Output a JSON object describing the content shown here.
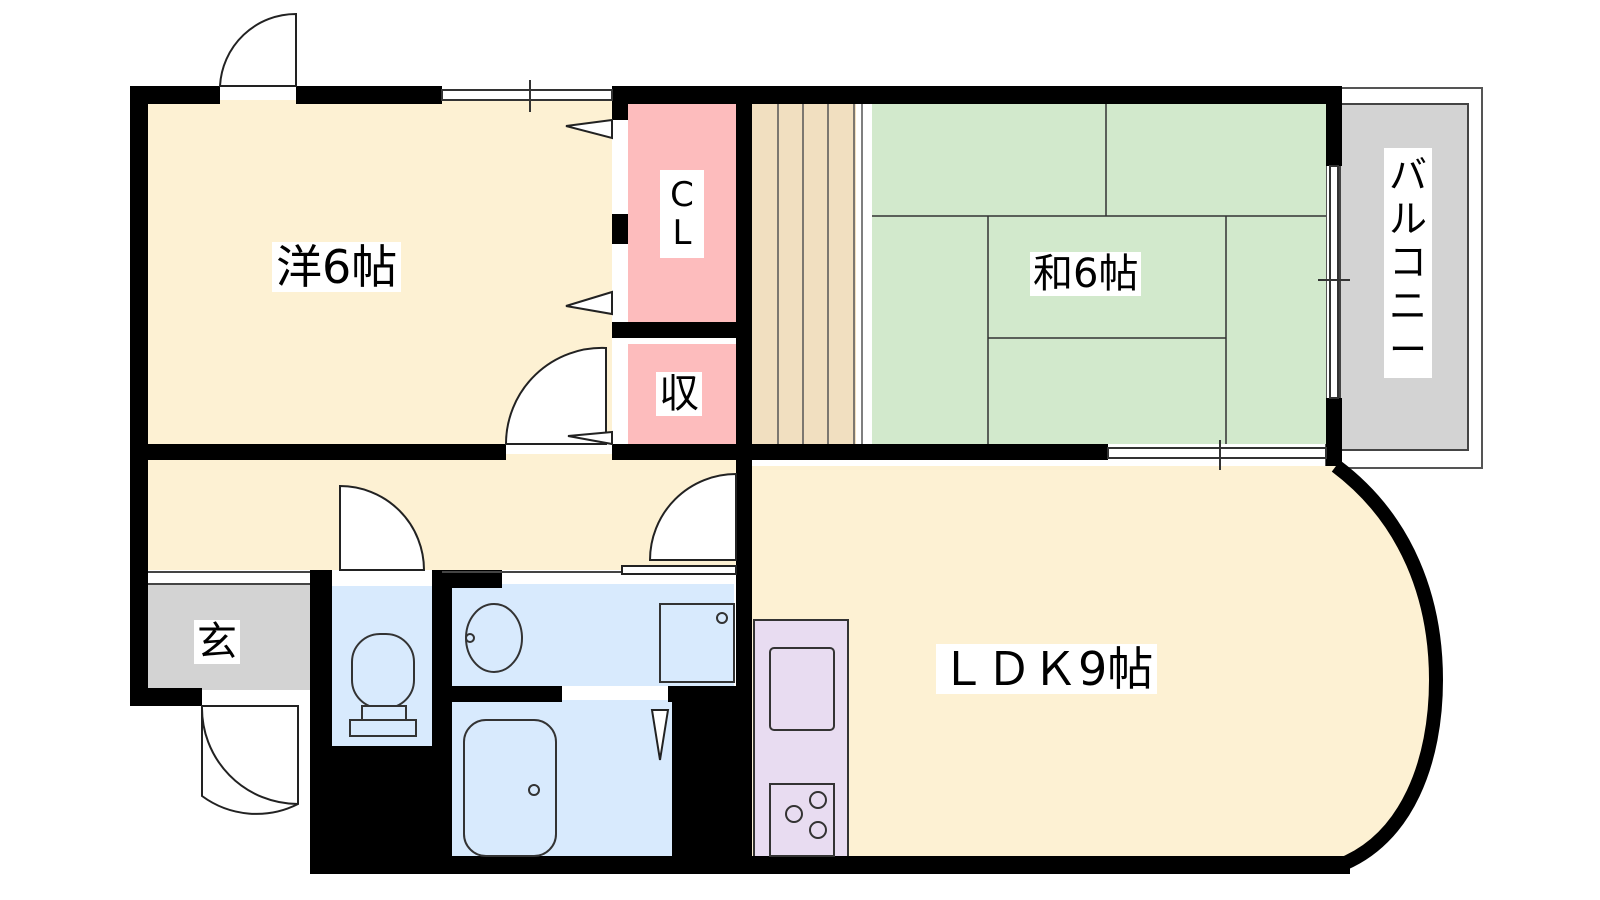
{
  "rooms": {
    "western": "洋6帖",
    "japanese": "和6帖",
    "ldk": "ＬＤＫ9帖",
    "closet": "C L",
    "storage": "収",
    "entrance": "玄",
    "balcony": "バルコニー"
  },
  "colors": {
    "wall": "#000000",
    "western_floor": "#fdf1d3",
    "hall_floor": "#fdf1d3",
    "ldk_floor": "#fdf1d3",
    "closet": "#fdbcbd",
    "tatami": "#d2e9cc",
    "stairs": "#f1dfc0",
    "wet_area": "#d8eafd",
    "kitchen": "#e8dcf1",
    "balcony": "#d3d3d3",
    "entrance": "#d3d3d3"
  }
}
